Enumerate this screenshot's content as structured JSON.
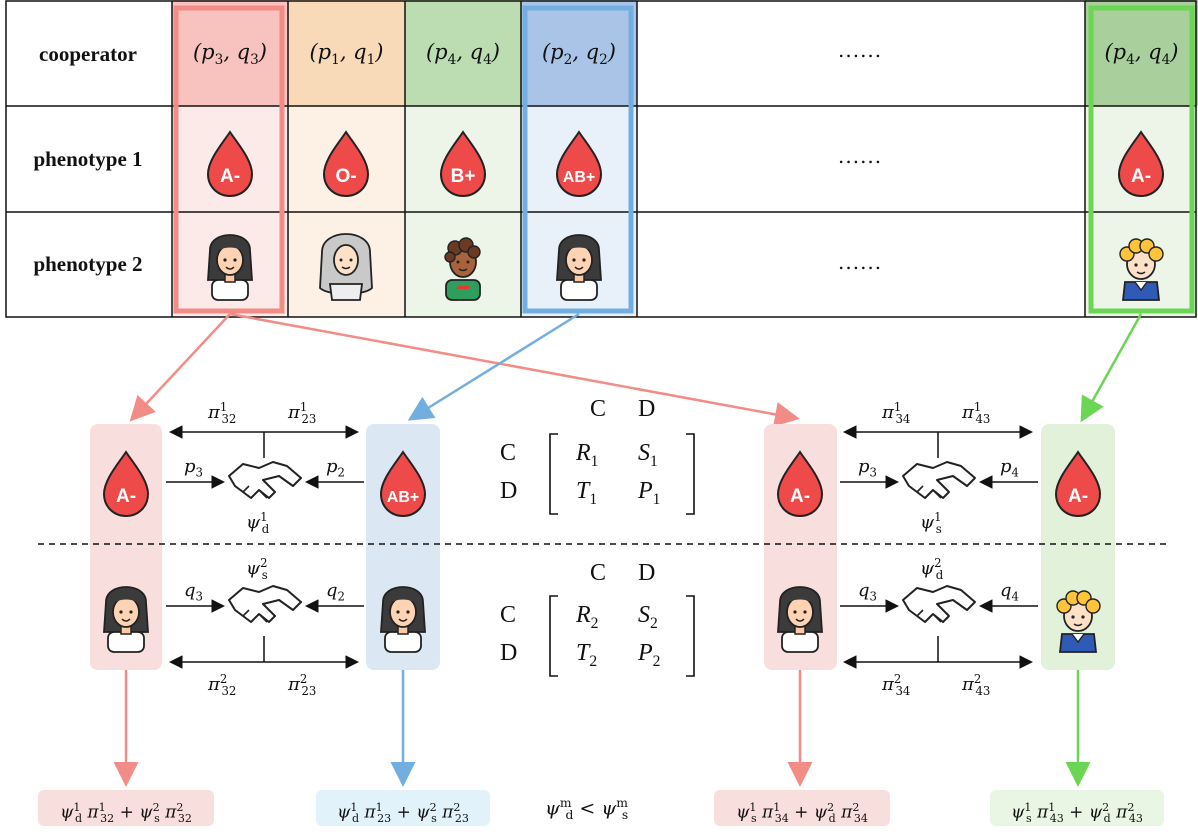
{
  "table": {
    "row_labels": [
      "cooperator",
      "phenotype 1",
      "phenotype 2"
    ],
    "columns": [
      {
        "pair": "(p3, q3)",
        "p1": "A-"
      },
      {
        "pair": "(p1, q1)",
        "p1": "O-"
      },
      {
        "pair": "(p4, q4)",
        "p1": "B+"
      },
      {
        "pair": "(p2, q2)",
        "p1": "AB+"
      },
      {
        "pair": "(p4, q4)",
        "p1": "A-"
      }
    ],
    "ellipsis": "......",
    "colors": {
      "red": "#f28c86",
      "orange": "#f7d7b3",
      "green": "#c5e2b8",
      "blue": "#a9c4e6",
      "green_bright": "#6ad654",
      "blue_bright": "#72afe0"
    }
  },
  "left_game": {
    "player_left_drop": "A-",
    "player_right_drop": "AB+",
    "top_labels": [
      "π^1_32",
      "π^1_23"
    ],
    "bottom_labels": [
      "π^2_32",
      "π^2_23"
    ],
    "p_left": "p3",
    "p_right": "p2",
    "q_left": "q3",
    "q_right": "q2",
    "psi_top": "ψ^1_d",
    "psi_bottom": "ψ^2_s"
  },
  "right_game": {
    "player_left_drop": "A-",
    "player_right_drop": "A-",
    "top_labels": [
      "π^1_34",
      "π^1_43"
    ],
    "bottom_labels": [
      "π^2_34",
      "π^2_43"
    ],
    "p_left": "p3",
    "p_right": "p4",
    "q_left": "q3",
    "q_right": "q4",
    "psi_top": "ψ^1_s",
    "psi_bottom": "ψ^2_d"
  },
  "matrices": [
    {
      "col_heads": [
        "C",
        "D"
      ],
      "row_heads": [
        "C",
        "D"
      ],
      "cells": [
        [
          "R1",
          "S1"
        ],
        [
          "T1",
          "P1"
        ]
      ]
    },
    {
      "col_heads": [
        "C",
        "D"
      ],
      "row_heads": [
        "C",
        "D"
      ],
      "cells": [
        [
          "R2",
          "S2"
        ],
        [
          "T2",
          "P2"
        ]
      ]
    }
  ],
  "payoffs": [
    "ψ^1_d π^1_32 + ψ^2_s π^2_32",
    "ψ^1_d π^1_23 + ψ^2_s π^2_23",
    "ψ^1_s π^1_34 + ψ^2_d π^2_34",
    "ψ^1_s π^1_43 + ψ^2_d π^2_43"
  ],
  "inequality": "ψ^m_d < ψ^m_s"
}
